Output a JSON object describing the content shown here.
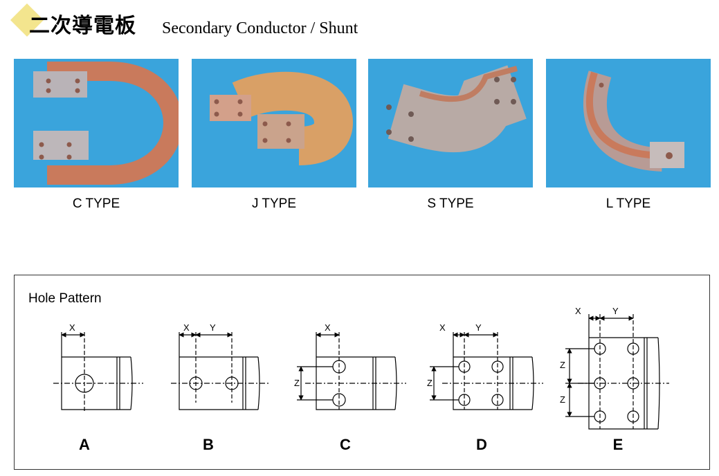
{
  "header": {
    "title_cn": "二次導電板",
    "title_en": "Secondary Conductor / Shunt"
  },
  "products": [
    {
      "caption": "C TYPE"
    },
    {
      "caption": "J TYPE"
    },
    {
      "caption": "S TYPE"
    },
    {
      "caption": "L TYPE"
    }
  ],
  "hole_pattern": {
    "title": "Hole Pattern",
    "dims": {
      "x": "X",
      "y": "Y",
      "z": "Z"
    },
    "patterns": [
      {
        "label": "A"
      },
      {
        "label": "B"
      },
      {
        "label": "C"
      },
      {
        "label": "D"
      },
      {
        "label": "E"
      }
    ]
  },
  "colors": {
    "photo_background": "#3aa4dc",
    "copper": "#c97a5c",
    "title_accent": "#f3e58e"
  }
}
